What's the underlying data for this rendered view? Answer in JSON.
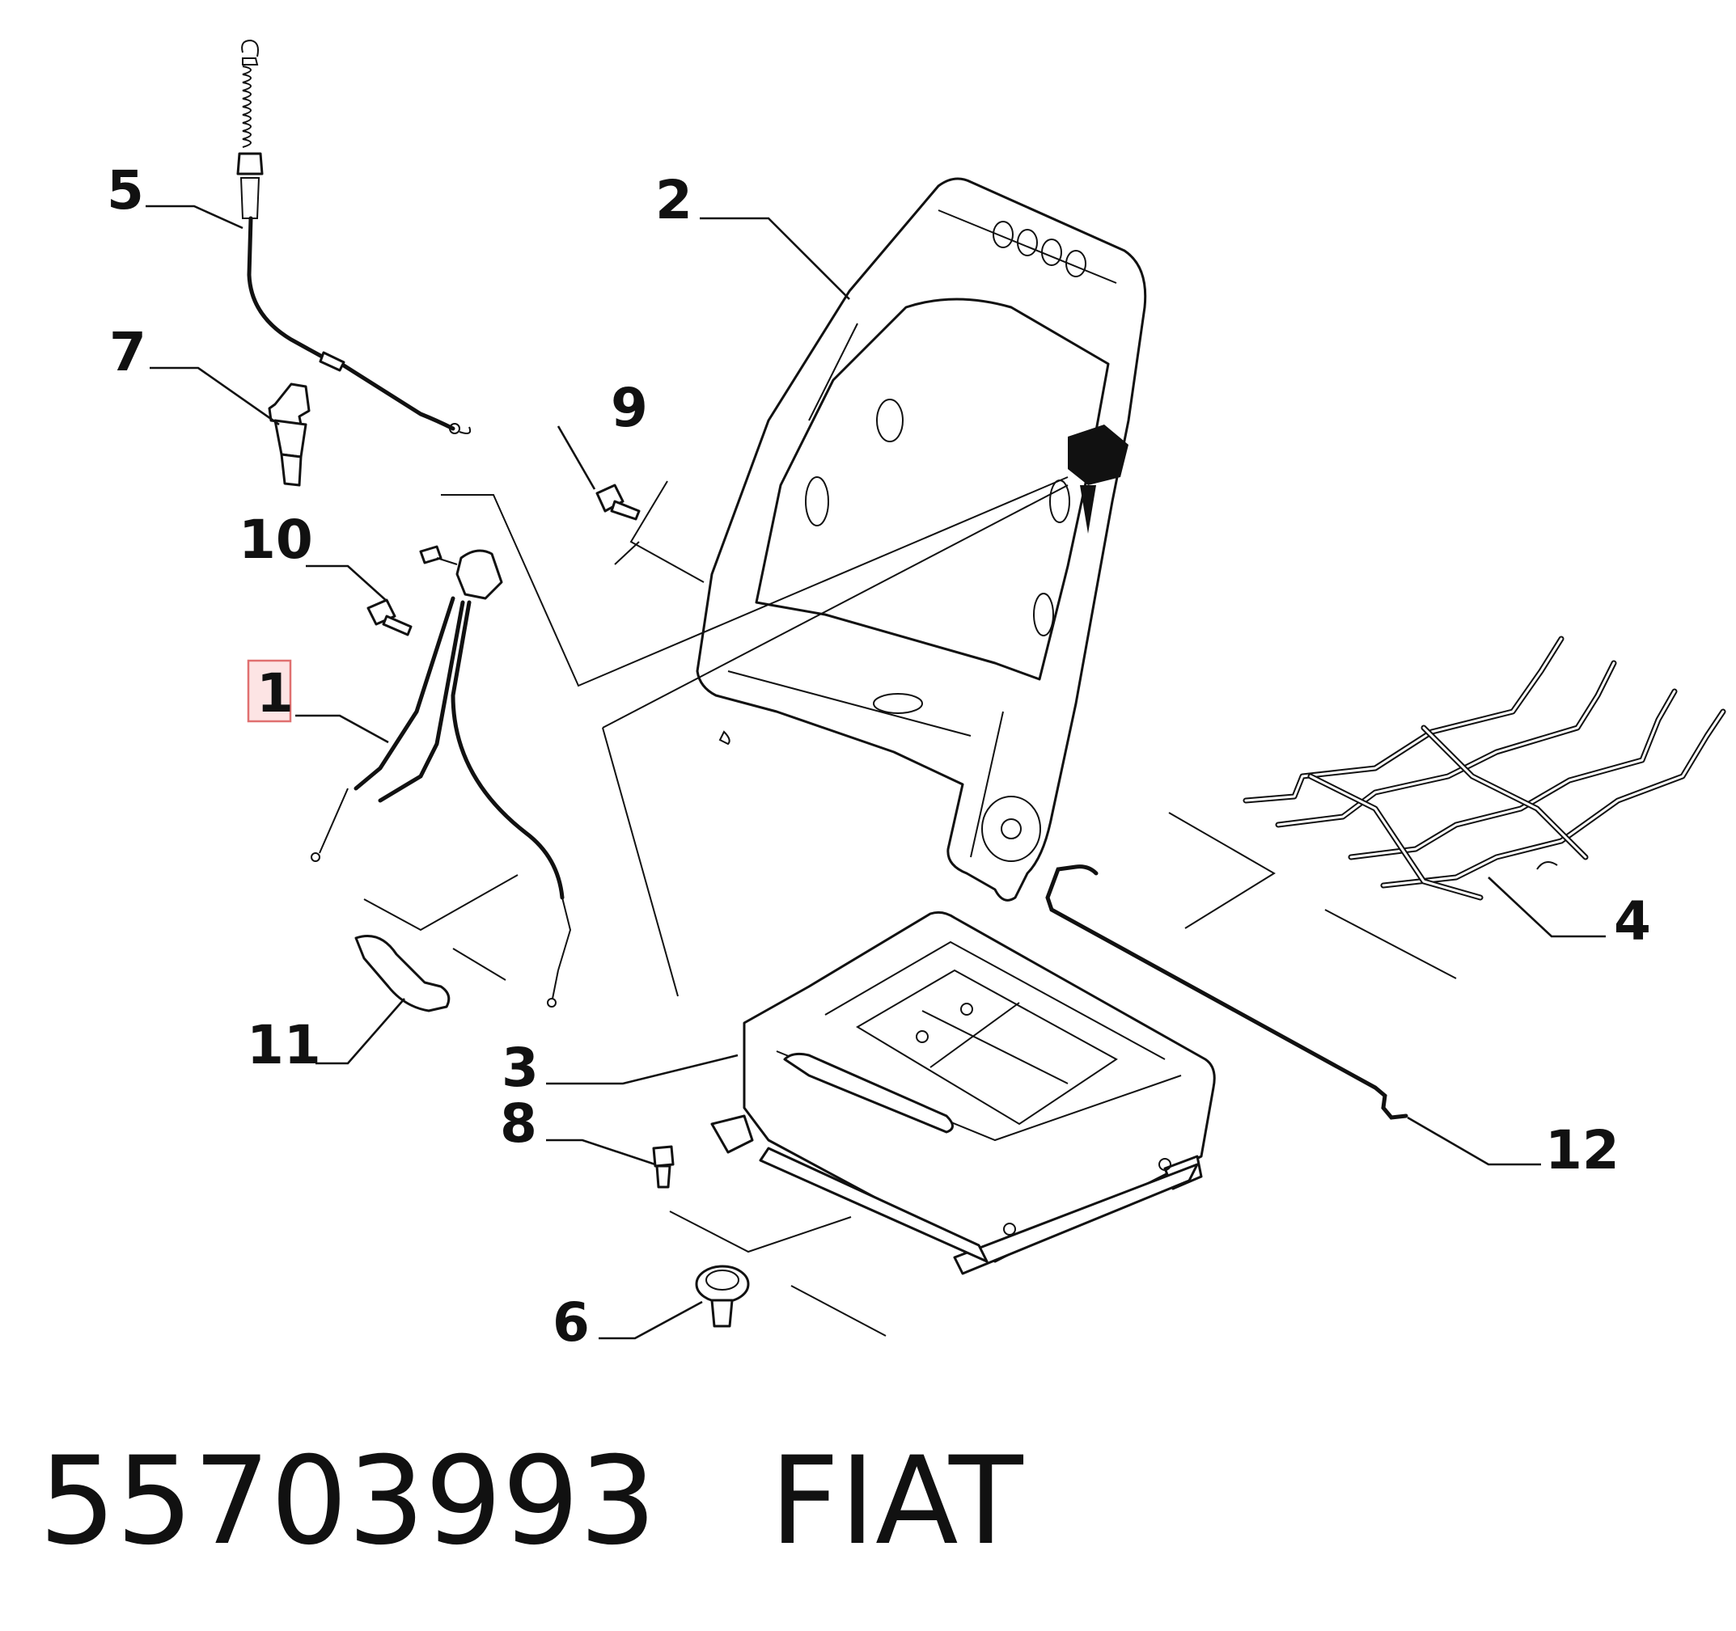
{
  "callouts": {
    "c1": "1",
    "c2": "2",
    "c3": "3",
    "c4": "4",
    "c5": "5",
    "c6": "6",
    "c7": "7",
    "c8": "8",
    "c9": "9",
    "c10": "10",
    "c11": "11",
    "c12": "12"
  },
  "highlight": {
    "callout": "1",
    "border_color": "#e07070",
    "fill_color": "#fde4e4"
  },
  "footer": {
    "part_number": "55703993",
    "brand": "FIAT"
  }
}
